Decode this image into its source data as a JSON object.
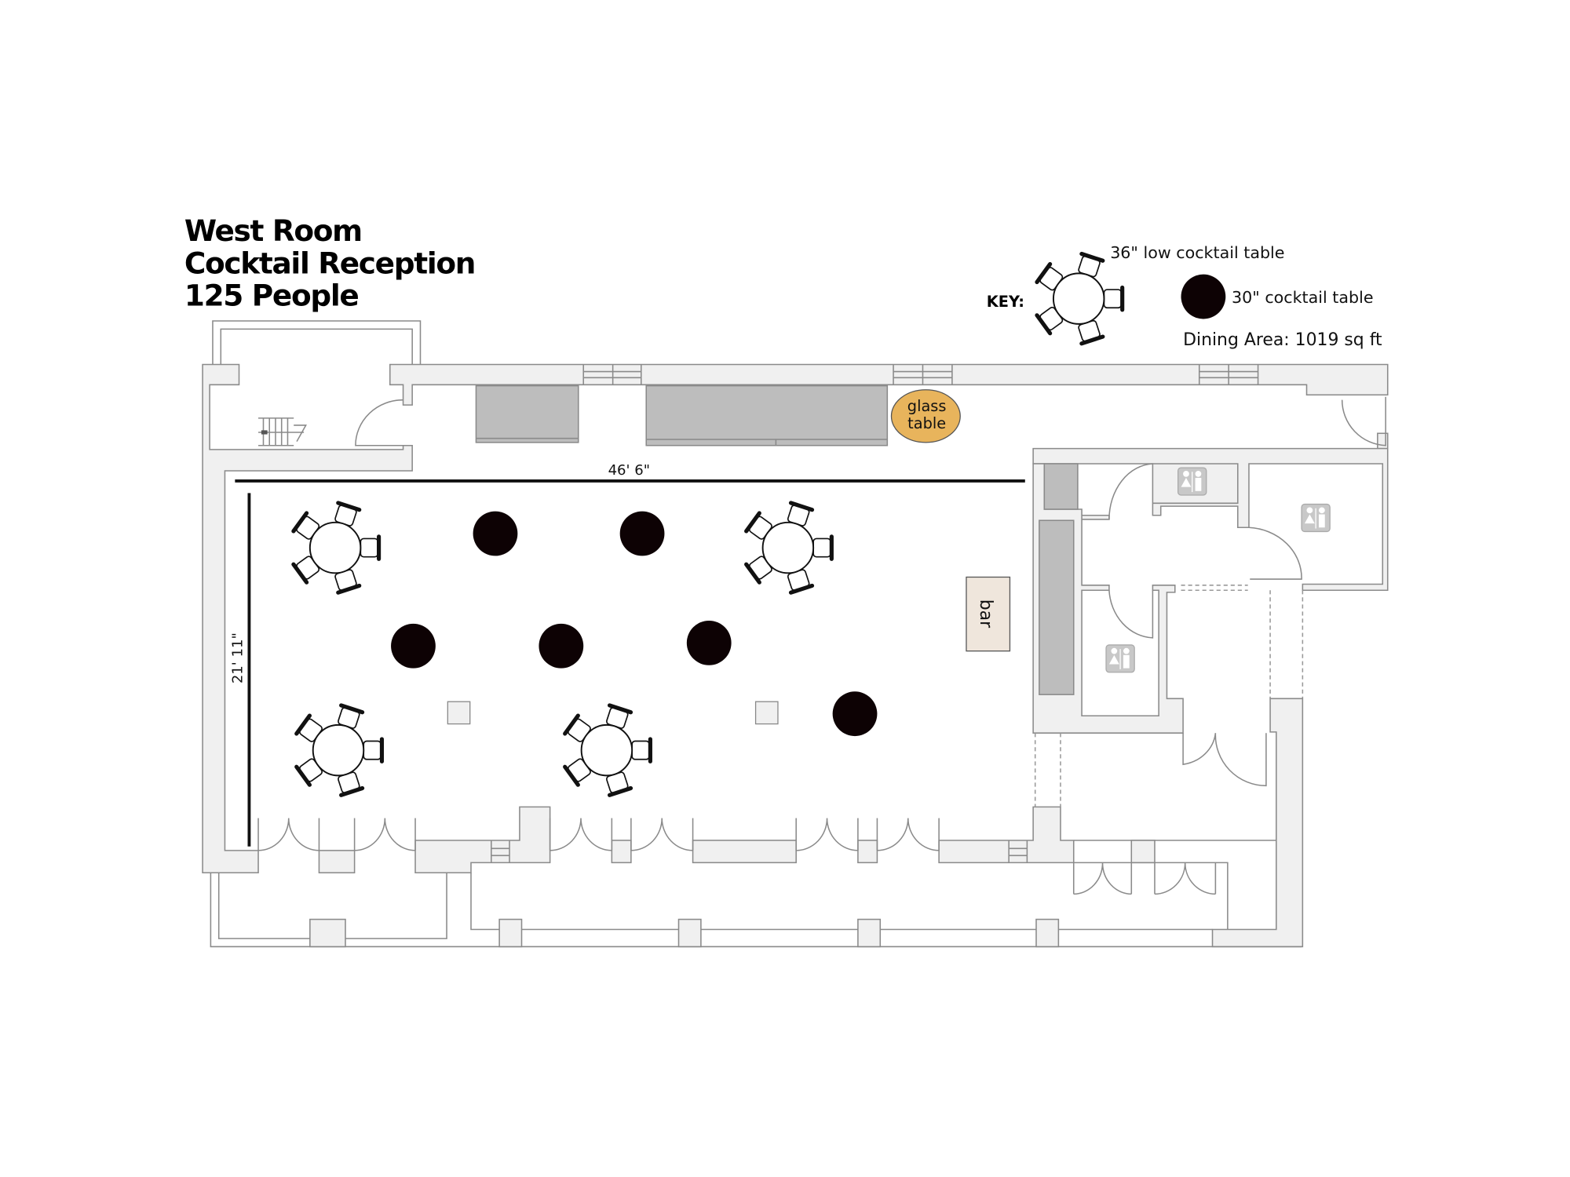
{
  "title": {
    "line1": "West Room",
    "line2": "Cocktail Reception",
    "line3": "125 People"
  },
  "key": {
    "label": "KEY:",
    "low_table_label": "36\" low cocktail table",
    "cocktail_table_label": "30\" cocktail table",
    "dining_area": "Dining Area: 1019 sq ft"
  },
  "dimensions": {
    "width": "46' 6\"",
    "depth": "21' 11\""
  },
  "fixtures": {
    "glass_table_line1": "glass",
    "glass_table_line2": "table",
    "bar": "bar"
  },
  "colors": {
    "glass_table": "#e8b45c",
    "bar": "#efe6dc",
    "cocktail_table": "#0d0204",
    "wall": "#f0f0f0",
    "counter": "#bdbdbd"
  },
  "counts": {
    "low_cocktail_tables": 4,
    "cocktail_tables": 6,
    "chairs_per_low_table": 5
  }
}
